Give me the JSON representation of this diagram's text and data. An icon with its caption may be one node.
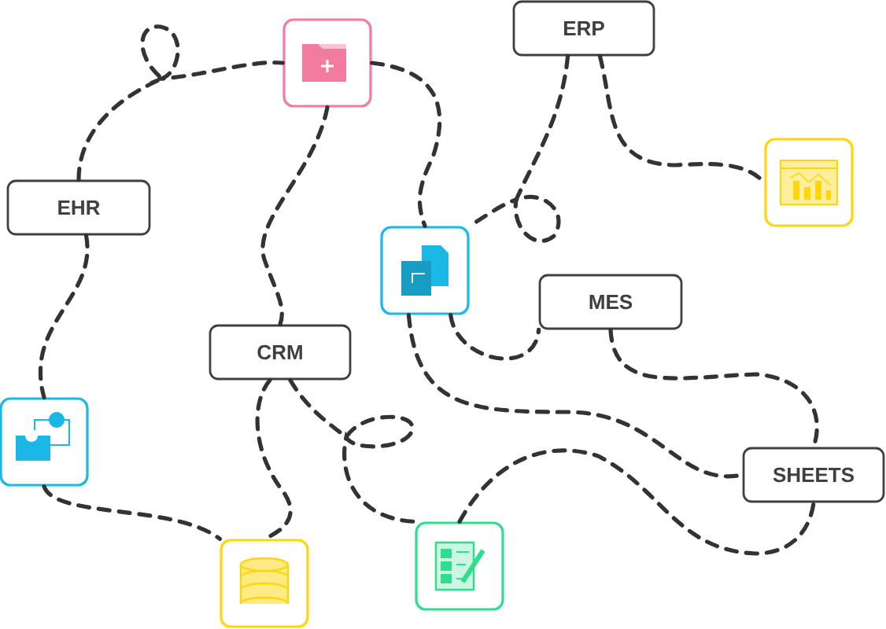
{
  "diagram": {
    "nodes": [
      {
        "text": [],
        "shape": "box"
      },
      {
        "text": [
          "ERP"
        ]
      },
      {
        "text": [
          "EHR"
        ]
      },
      {
        "text": [],
        "shape": "box"
      },
      {
        "text": [],
        "shape": "box"
      },
      {
        "text": [
          "MES"
        ]
      },
      {
        "text": [
          "CRM"
        ]
      },
      {
        "text": [],
        "shape": "box"
      },
      {
        "text": [
          "SHEETS"
        ]
      },
      {
        "text": [],
        "shape": "box"
      },
      {
        "text": [],
        "shape": "box"
      }
    ],
    "edges": [
      {
        "from": 2,
        "to": 0,
        "arrow": "none"
      },
      {
        "from": 2,
        "to": 7,
        "arrow": "none"
      },
      {
        "from": 7,
        "to": 9,
        "arrow": "none"
      },
      {
        "from": 0,
        "to": 6,
        "arrow": "none"
      },
      {
        "from": 0,
        "to": 4,
        "arrow": "none"
      },
      {
        "from": 1,
        "to": 3,
        "arrow": "none"
      },
      {
        "from": 1,
        "to": 4,
        "arrow": "none"
      },
      {
        "from": 4,
        "to": 5,
        "arrow": "none"
      },
      {
        "from": 4,
        "to": 8,
        "arrow": "none"
      },
      {
        "from": 5,
        "to": 8,
        "arrow": "none"
      },
      {
        "from": 6,
        "to": 9,
        "arrow": "none"
      },
      {
        "from": 6,
        "to": 10,
        "arrow": "none"
      },
      {
        "from": 10,
        "to": 8,
        "arrow": "none"
      }
    ]
  }
}
